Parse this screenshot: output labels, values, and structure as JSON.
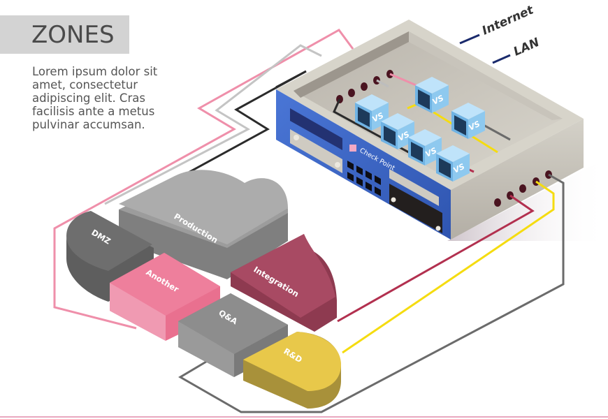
{
  "header": {
    "title": "ZONES",
    "description": "Lorem ipsum dolor sit amet, consectetur adipiscing elit. Cras facilisis ante a metus pulvinar accumsan."
  },
  "gateway": {
    "brand": "Check Point",
    "virtual_systems": [
      "VS",
      "VS",
      "VS",
      "VS",
      "VS",
      "VS"
    ],
    "uplinks": [
      {
        "label": "Internet",
        "color": "#1a2a6c"
      },
      {
        "label": "LAN",
        "color": "#1a2a6c"
      }
    ]
  },
  "zones": [
    {
      "name": "DMZ",
      "color": "#6e6e6e",
      "link_color": "#ef8faa"
    },
    {
      "name": "Production",
      "color": "#a9a9a9",
      "link_color": "#bdbdbd"
    },
    {
      "name": "Another",
      "color": "#ee7f9c",
      "link_color": "#ef8faa"
    },
    {
      "name": "Integration",
      "color": "#a84a63",
      "link_color": "#b2304f"
    },
    {
      "name": "Q&A",
      "color": "#8d8d8d",
      "link_color": "#6b6b6b"
    },
    {
      "name": "R&D",
      "color": "#e8c84a",
      "link_color": "#f5dc10"
    }
  ],
  "colors": {
    "chassis_front": "#3f67c8",
    "chassis_body": "#d9d6cc",
    "vs_cube": "#8ec9ef",
    "port": "#4a1420",
    "accent_pink": "#e9a7bf"
  }
}
